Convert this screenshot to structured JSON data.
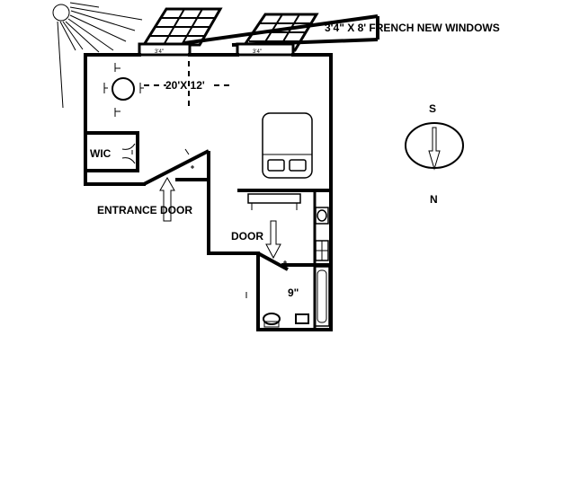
{
  "plan": {
    "windows_label": "3'4\" X 8' FRENCH NEW WINDOWS",
    "room_label": "20'X 12'",
    "closet_label": "WIC",
    "entrance_label": "ENTRANCE DOOR",
    "door_label": "DOOR",
    "bath_label": "9\"",
    "compass_top": "S",
    "compass_bottom": "N",
    "window_left_tag": "3'4\"",
    "window_right_tag": "3'4\""
  },
  "colors": {
    "wall": "#000000",
    "background": "#ffffff"
  },
  "icons": [
    "sun-icon",
    "solar-panel-icon",
    "compass-icon",
    "arrow-icon",
    "bed-icon",
    "toilet-icon",
    "sink-icon",
    "bathtub-icon",
    "table-icon",
    "chair-icon"
  ]
}
